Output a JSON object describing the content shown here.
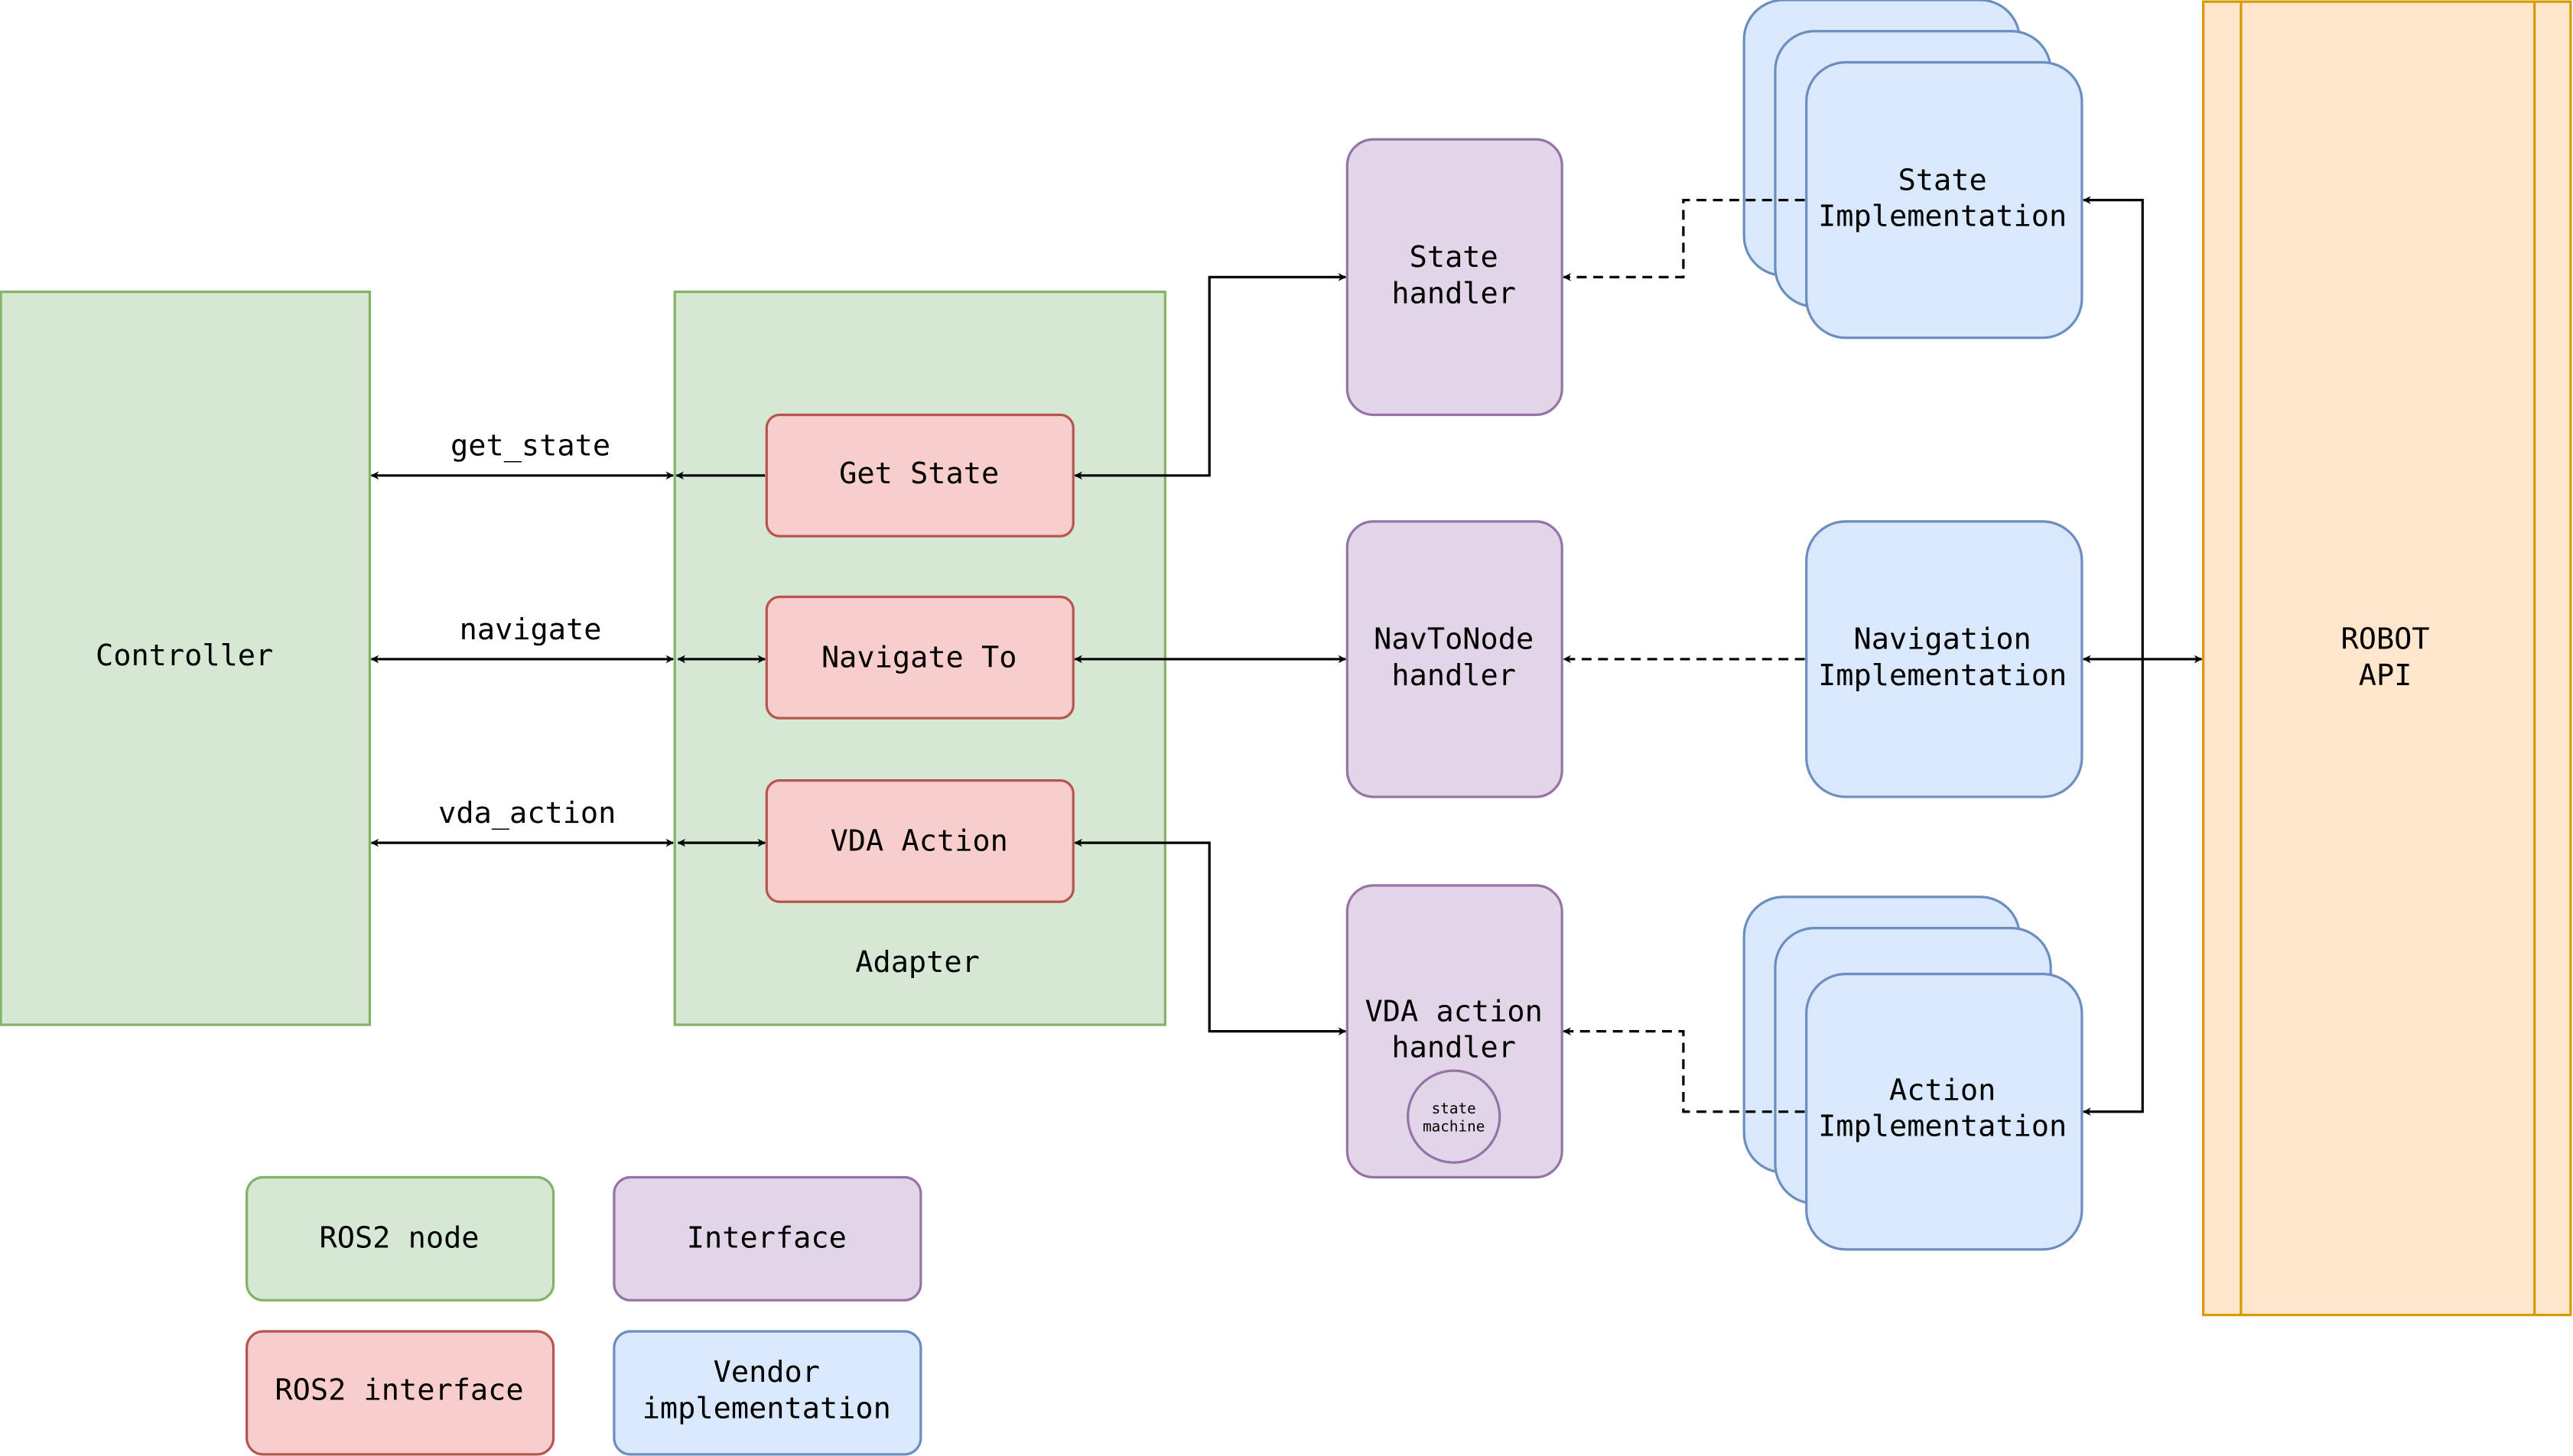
{
  "colors": {
    "ros2_node_fill": "#d5e8d4",
    "ros2_node_stroke": "#82b366",
    "ros2_interface_fill": "#f8cecc",
    "ros2_interface_stroke": "#b85450",
    "interface_fill": "#e1d5e7",
    "interface_stroke": "#9673a6",
    "vendor_fill": "#dae8fc",
    "vendor_stroke": "#6c8ebf",
    "robot_api_fill": "#ffe6cc",
    "robot_api_stroke": "#d79b00",
    "edge": "#000000"
  },
  "nodes": {
    "controller": "Controller",
    "adapter": "Adapter",
    "get_state": "Get State",
    "navigate_to": "Navigate To",
    "vda_action": "VDA Action",
    "state_handler": [
      "State",
      "handler"
    ],
    "navtonode_handler": [
      "NavToNode",
      "handler"
    ],
    "vda_action_handler": [
      "VDA action",
      "handler"
    ],
    "state_machine": [
      "state",
      "machine"
    ],
    "state_impl": [
      "State",
      "Implementation"
    ],
    "navigation_impl": [
      "Navigation",
      "Implementation"
    ],
    "action_impl": [
      "Action",
      "Implementation"
    ],
    "robot_api": [
      "ROBOT",
      "API"
    ]
  },
  "edges": {
    "get_state": "get_state",
    "navigate": "navigate",
    "vda_action": "vda_action"
  },
  "legend": {
    "ros2_node": "ROS2 node",
    "interface": "Interface",
    "ros2_interface": "ROS2 interface",
    "vendor_impl": [
      "Vendor",
      "implementation"
    ]
  }
}
